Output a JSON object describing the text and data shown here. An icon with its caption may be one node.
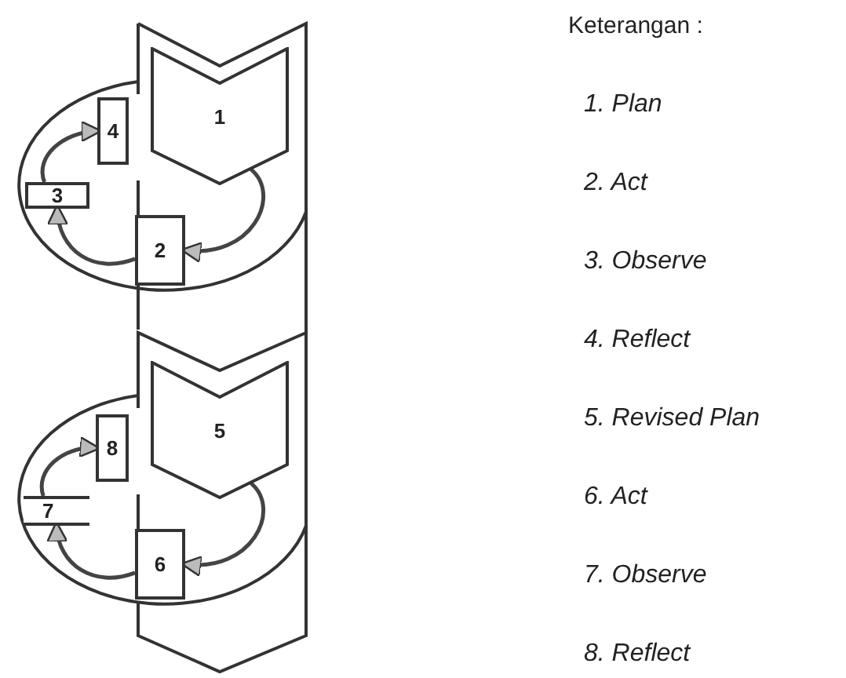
{
  "diagram": {
    "nodes": [
      {
        "text": [
          "1"
        ]
      },
      {
        "text": [
          "2"
        ]
      },
      {
        "text": [
          "3"
        ]
      },
      {
        "text": [
          "4"
        ]
      },
      {
        "text": [
          "5"
        ]
      },
      {
        "text": [
          "6"
        ]
      },
      {
        "text": [
          "7"
        ]
      },
      {
        "text": [
          "8"
        ]
      }
    ],
    "edges": [
      {
        "from": 0,
        "to": 1,
        "arrow": "to"
      },
      {
        "from": 1,
        "to": 2,
        "arrow": "to"
      },
      {
        "from": 2,
        "to": 3,
        "arrow": "to"
      },
      {
        "from": 4,
        "to": 5,
        "arrow": "to"
      },
      {
        "from": 5,
        "to": 6,
        "arrow": "to"
      },
      {
        "from": 6,
        "to": 7,
        "arrow": "to"
      }
    ],
    "labels": [
      "Keterangan :",
      "1. Plan",
      "2. Act",
      "3. Observe",
      "4. Reflect",
      "5. Revised Plan",
      "6. Act",
      "7. Observe",
      "8. Reflect"
    ]
  }
}
